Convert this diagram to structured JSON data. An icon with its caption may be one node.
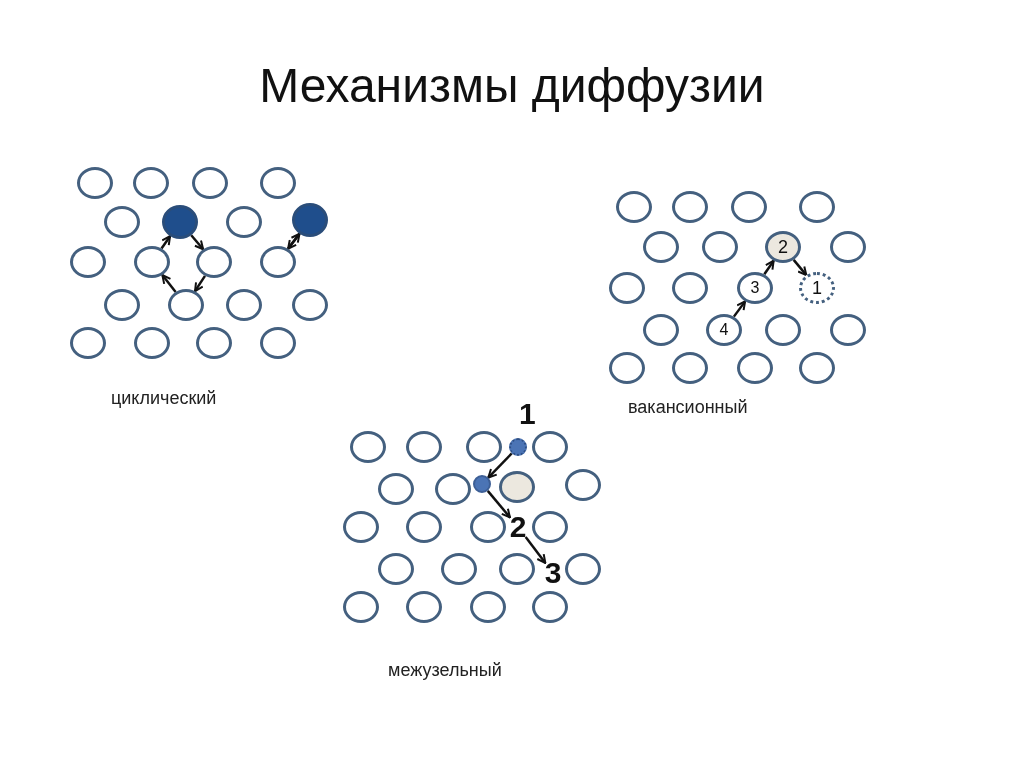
{
  "diagram": {
    "title": "Механизмы диффузии",
    "nodes": [
      {
        "text": [],
        "shape": "circle"
      },
      {
        "text": [],
        "shape": "circle"
      },
      {
        "text": [],
        "shape": "circle"
      },
      {
        "text": [],
        "shape": "circle"
      },
      {
        "text": [],
        "shape": "circle"
      },
      {
        "text": [],
        "shape": "circle"
      },
      {
        "text": [],
        "shape": "circle"
      },
      {
        "text": [],
        "shape": "circle"
      },
      {
        "text": [],
        "shape": "circle"
      },
      {
        "text": [],
        "shape": "circle"
      },
      {
        "text": [],
        "shape": "circle"
      },
      {
        "text": [],
        "shape": "circle"
      },
      {
        "text": [],
        "shape": "circle"
      },
      {
        "text": [],
        "shape": "circle"
      },
      {
        "text": [],
        "shape": "circle"
      },
      {
        "text": [],
        "shape": "circle"
      },
      {
        "text": [],
        "shape": "circle"
      },
      {
        "text": [],
        "shape": "circle"
      },
      {
        "text": [],
        "shape": "circle"
      },
      {
        "text": [],
        "shape": "circle"
      },
      {
        "text": [],
        "shape": "circle"
      },
      {
        "text": [],
        "shape": "circle"
      },
      {
        "text": [],
        "shape": "circle"
      },
      {
        "text": [],
        "shape": "circle"
      },
      {
        "text": [],
        "shape": "circle"
      },
      {
        "text": [],
        "shape": "circle"
      },
      {
        "text": [
          "2"
        ]
      },
      {
        "text": [],
        "shape": "circle"
      },
      {
        "text": [],
        "shape": "circle"
      },
      {
        "text": [],
        "shape": "circle"
      },
      {
        "text": [
          "3"
        ]
      },
      {
        "text": [
          "1"
        ]
      },
      {
        "text": [],
        "shape": "circle"
      },
      {
        "text": [
          "4"
        ]
      },
      {
        "text": [],
        "shape": "circle"
      },
      {
        "text": [],
        "shape": "circle"
      },
      {
        "text": [],
        "shape": "circle"
      },
      {
        "text": [],
        "shape": "circle"
      },
      {
        "text": [],
        "shape": "circle"
      },
      {
        "text": [],
        "shape": "circle"
      },
      {
        "text": [],
        "shape": "circle"
      },
      {
        "text": [],
        "shape": "circle"
      },
      {
        "text": [],
        "shape": "circle"
      },
      {
        "text": [],
        "shape": "circle",
        "beside": [
          "1"
        ]
      },
      {
        "text": [],
        "shape": "circle"
      },
      {
        "text": [],
        "shape": "circle"
      },
      {
        "text": [],
        "shape": "circle"
      },
      {
        "text": [],
        "shape": "circle"
      },
      {
        "text": [],
        "shape": "circle"
      },
      {
        "text": [],
        "shape": "circle"
      },
      {
        "text": [],
        "shape": "circle"
      },
      {
        "text": [],
        "shape": "circle"
      },
      {
        "text": [],
        "shape": "circle"
      },
      {
        "text": [
          "2"
        ]
      },
      {
        "text": [],
        "shape": "circle"
      },
      {
        "text": [],
        "shape": "circle"
      },
      {
        "text": [],
        "shape": "circle"
      },
      {
        "text": [],
        "shape": "circle"
      },
      {
        "text": [
          "3"
        ]
      },
      {
        "text": [],
        "shape": "circle"
      },
      {
        "text": [],
        "shape": "circle"
      },
      {
        "text": [],
        "shape": "circle"
      },
      {
        "text": [],
        "shape": "circle"
      },
      {
        "text": [],
        "shape": "circle"
      }
    ],
    "edges": [
      {
        "from": 9,
        "to": 5,
        "arrow": "to"
      },
      {
        "from": 5,
        "to": 10,
        "arrow": "to"
      },
      {
        "from": 10,
        "to": 13,
        "arrow": "to"
      },
      {
        "from": 13,
        "to": 9,
        "arrow": "to"
      },
      {
        "from": 11,
        "to": 7,
        "arrow": "to"
      },
      {
        "from": 7,
        "to": 11,
        "arrow": "to"
      },
      {
        "from": 33,
        "to": 30,
        "arrow": "to"
      },
      {
        "from": 30,
        "to": 26,
        "arrow": "to"
      },
      {
        "from": 26,
        "to": 31,
        "arrow": "to"
      },
      {
        "from": 43,
        "to": 47,
        "arrow": "to"
      },
      {
        "from": 47,
        "to": 53,
        "arrow": "to"
      },
      {
        "from": 53,
        "to": 58,
        "arrow": "to"
      }
    ],
    "labels": [
      "циклический",
      "вакансионный",
      "межузельный"
    ]
  }
}
